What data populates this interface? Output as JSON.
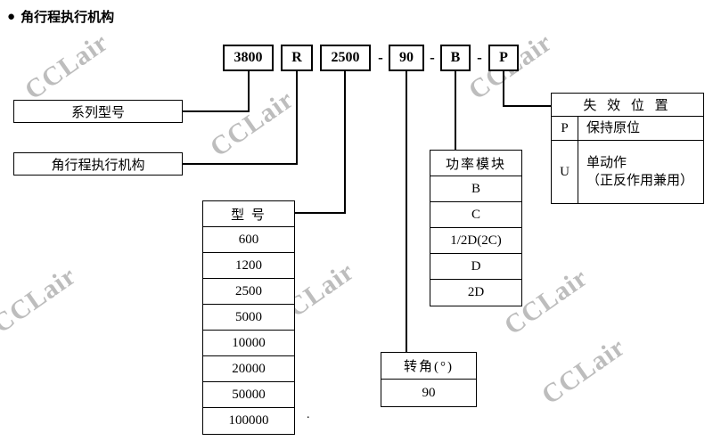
{
  "title": {
    "bullet": "●",
    "text": "角行程执行机构"
  },
  "code_boxes": {
    "series": "3800",
    "type": "R",
    "model": "2500",
    "angle": "90",
    "power": "B",
    "fail": "P",
    "separator": "-"
  },
  "labels": {
    "series_label": "系列型号",
    "actuator_label": "角行程执行机构"
  },
  "model_table": {
    "header": "型  号",
    "rows": [
      "600",
      "1200",
      "2500",
      "5000",
      "10000",
      "20000",
      "50000",
      "100000"
    ]
  },
  "angle_table": {
    "header": "转角(°)",
    "rows": [
      "90"
    ]
  },
  "power_table": {
    "header": "功率模块",
    "rows": [
      "B",
      "C",
      "1/2D(2C)",
      "D",
      "2D"
    ]
  },
  "fail_table": {
    "header": "失 效 位 置",
    "rows": [
      {
        "code": "P",
        "desc": "保持原位",
        "desc2": ""
      },
      {
        "code": "U",
        "desc": "单动作",
        "desc2": "（正反作用兼用）"
      }
    ]
  },
  "watermark": "CCLair",
  "stray_dot": "."
}
